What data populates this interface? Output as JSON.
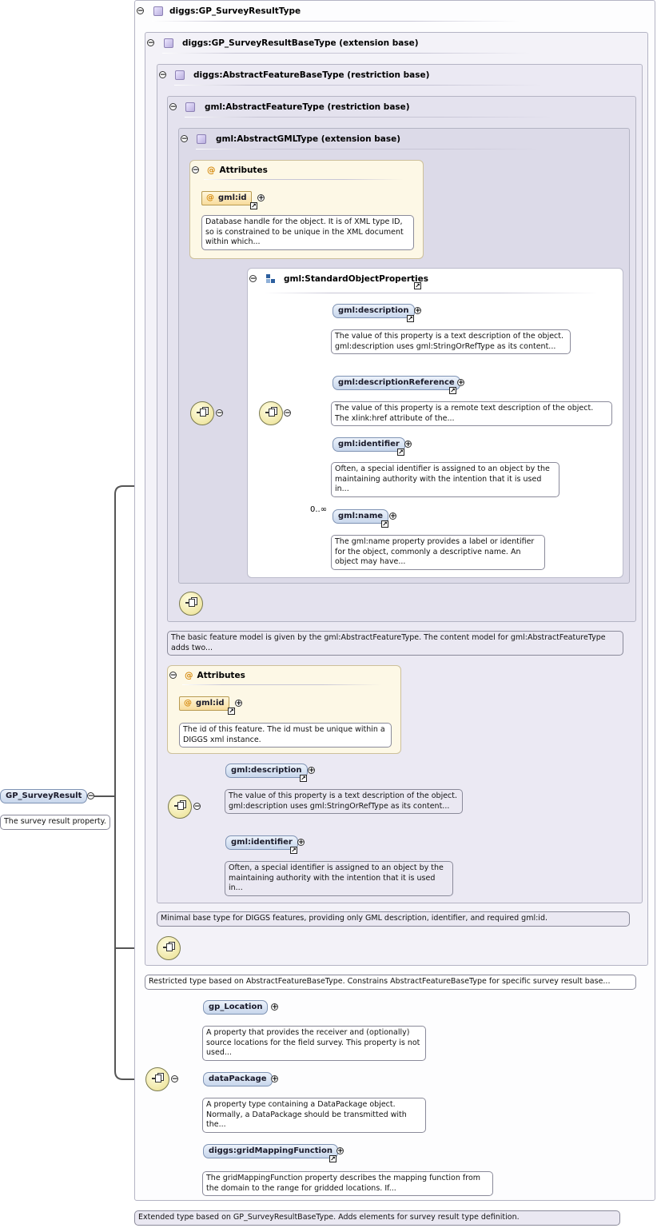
{
  "root": {
    "label": "GP_SurveyResult",
    "annotation": "The survey result property."
  },
  "types": {
    "survey_result_type": "diggs:GP_SurveyResultType",
    "survey_result_base_type": "diggs:GP_SurveyResultBaseType (extension base)",
    "abstract_feature_base_type": "diggs:AbstractFeatureBaseType (restriction base)",
    "gml_abstract_feature_type": "gml:AbstractFeatureType (restriction base)",
    "gml_abstract_gml_type": "gml:AbstractGMLType (extension base)"
  },
  "inner_attributes": {
    "title": "Attributes",
    "attr_name": "gml:id",
    "annotation": "Database handle for the object. It is of XML type ID, so is constrained to be unique in the XML document within which..."
  },
  "standard_object_properties": {
    "title": "gml:StandardObjectProperties",
    "cardinality": "0..∞",
    "elements": [
      {
        "name": "gml:description",
        "annotation": "The value of this property is a text description of the object. gml:description uses gml:StringOrRefType as its content..."
      },
      {
        "name": "gml:descriptionReference",
        "annotation": "The value of this property is a remote text description of the object. The xlink:href attribute of the..."
      },
      {
        "name": "gml:identifier",
        "annotation": "Often, a special identifier is assigned to an object by the maintaining authority with the intention that it is used in..."
      },
      {
        "name": "gml:name",
        "annotation": "The gml:name property provides a label or identifier for the object, commonly a descriptive name. An object may have..."
      }
    ]
  },
  "feature_type_annotation": "The basic feature model is given by the gml:AbstractFeatureType. The content model for gml:AbstractFeatureType adds two...",
  "base_attributes": {
    "title": "Attributes",
    "attr_name": "gml:id",
    "annotation": "The id of this feature. The id must be unique within a DIGGS xml instance."
  },
  "base_elements": [
    {
      "name": "gml:description",
      "annotation": "The value of this property is a text description of the object. gml:description uses gml:StringOrRefType as its content..."
    },
    {
      "name": "gml:identifier",
      "annotation": "Often, a special identifier is assigned to an object by the maintaining authority with the intention that it is used in..."
    }
  ],
  "feature_base_annotation": "Minimal base type for DIGGS features, providing only GML description, identifier, and required gml:id.",
  "result_base_annotation": "Restricted type based on AbstractFeatureBaseType. Constrains AbstractFeatureBaseType for specific survey result base...",
  "result_elements": [
    {
      "name": "gp_Location",
      "annotation": "A property that provides the receiver and (optionally) source locations for the field survey. This property is not used..."
    },
    {
      "name": "dataPackage",
      "annotation": "A property type containing a DataPackage object. Normally, a DataPackage should be transmitted with the..."
    },
    {
      "name": "diggs:gridMappingFunction",
      "annotation": "The gridMappingFunction property describes the mapping function from the domain to the range for gridded locations. If..."
    }
  ],
  "result_type_annotation": "Extended type based on GP_SurveyResultBaseType. Adds elements for survey result type definition.",
  "symbols": {
    "collapse": "−",
    "expand": "+",
    "at": "@",
    "link": "↗"
  },
  "colors": {
    "element_fill": "#c7d6ec",
    "attribute_fill": "#f8dc9c",
    "attributes_panel": "#fdf8e6",
    "sequence_fill": "#efe6a2",
    "type_level_5": "#dcdae8"
  }
}
